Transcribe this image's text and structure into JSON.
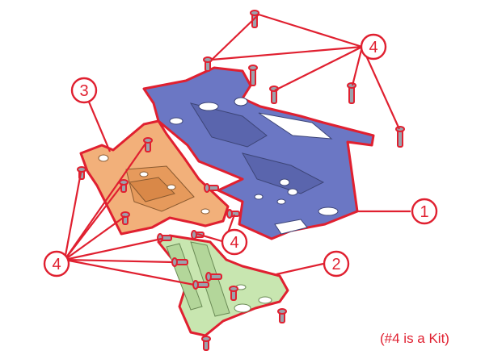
{
  "callouts": {
    "c1": "1",
    "c2": "2",
    "c3": "3",
    "c4_top": "4",
    "c4_mid": "4",
    "c4_left": "4"
  },
  "note": "(#4 is a Kit)",
  "colors": {
    "outline": "#e02030",
    "plate_blue": "#6b77c4",
    "bracket_orange": "#f2b07a",
    "plate_green": "#c8e6b0",
    "hardware": "#9aa3ad"
  }
}
